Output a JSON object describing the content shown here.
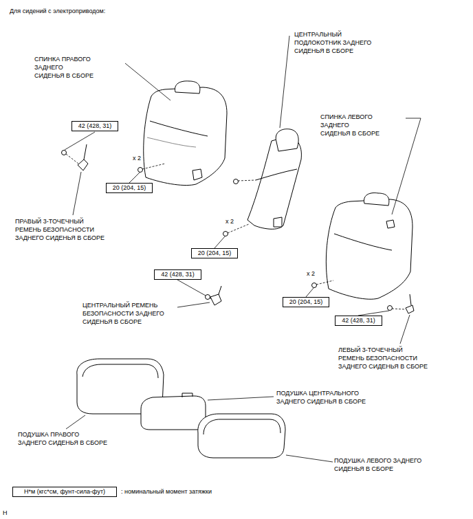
{
  "diagram": {
    "nodes": [
      {
        "text": [
          "42 (428, 31)"
        ]
      },
      {
        "text": [
          "20 (204, 15)"
        ]
      },
      {
        "text": [
          "20 (204, 15)"
        ]
      },
      {
        "text": [
          "42 (428, 31)"
        ]
      },
      {
        "text": [
          "20 (204, 15)"
        ]
      },
      {
        "text": [
          "42 (428, 31)"
        ]
      },
      {
        "text": [
          "Н*м (кгс*см, фунт-сила-фут)"
        ]
      }
    ],
    "edges": [],
    "labels": [
      "Для сидений с электроприводом:",
      "ЦЕНТРАЛЬНЫЙ ПОДЛОКОТНИК ЗАДНЕГО СИДЕНЬЯ В СБОРЕ",
      "СПИНКА ПРАВОГО ЗАДНЕГО СИДЕНЬЯ В СБОРЕ",
      "СПИНКА ЛЕВОГО ЗАДНЕГО СИДЕНЬЯ В СБОРЕ",
      "x 2",
      "x 2",
      "ПРАВЫЙ 3-ТОЧЕЧНЫЙ РЕМЕНЬ БЕЗОПАСНОСТИ ЗАДНЕГО СИДЕНЬЯ В СБОРЕ",
      "x 2",
      "ЦЕНТРАЛЬНЫЙ РЕМЕНЬ БЕЗОПАСНОСТИ ЗАДНЕГО СИДЕНЬЯ В СБОРЕ",
      "ЛЕВЫЙ 3-ТОЧЕЧНЫЙ РЕМЕНЬ БЕЗОПАСНОСТИ ЗАДНЕГО СИДЕНЬЯ В СБОРЕ",
      "ПОДУШКА ЦЕНТРАЛЬНОГО ЗАДНЕГО СИДЕНЬЯ В СБОРЕ",
      "ПОДУШКА ПРАВОГО ЗАДНЕГО СИДЕНЬЯ В СБОРЕ",
      "ПОДУШКА ЛЕВОГО ЗАДНЕГО СИДЕНЬЯ В СБОРЕ",
      ": номинальный момент затяжки",
      "H"
    ]
  }
}
